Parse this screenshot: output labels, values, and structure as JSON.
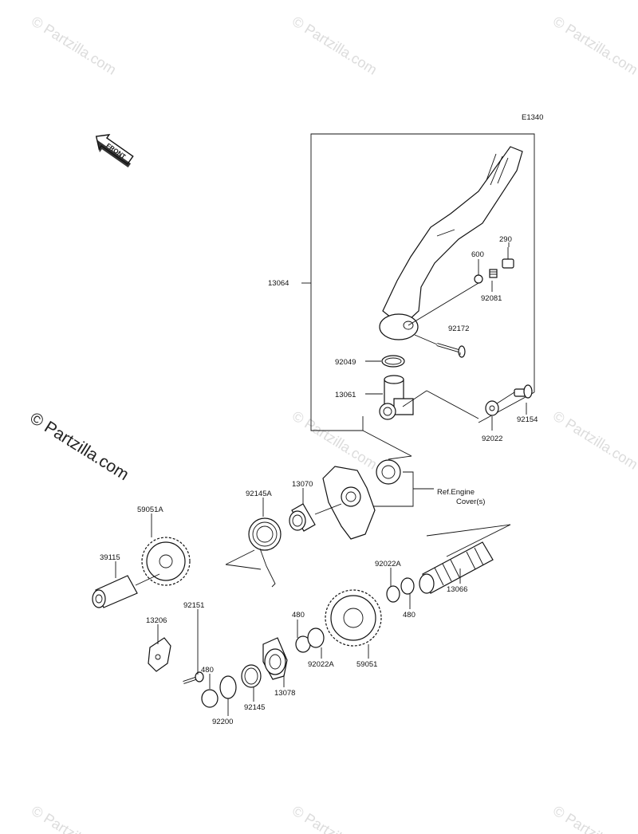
{
  "diagram": {
    "code": "E1340",
    "front_badge": "FRONT",
    "watermark": "© Partzilla.com",
    "ref_note_line1": "Ref.Engine",
    "ref_note_line2": "Cover(s)",
    "part_labels": {
      "p13064": "13064",
      "p290": "290",
      "p600": "600",
      "p92081": "92081",
      "p92172": "92172",
      "p92049": "92049",
      "p13061": "13061",
      "p92154": "92154",
      "p92022": "92022",
      "p13070": "13070",
      "p92145A": "92145A",
      "p59051A": "59051A",
      "p39115": "39115",
      "p92151": "92151",
      "p13206": "13206",
      "p480a": "480",
      "p92200": "92200",
      "p92145": "92145",
      "p13078": "13078",
      "p480b": "480",
      "p92022Aa": "92022A",
      "p59051": "59051",
      "p92022Ab": "92022A",
      "p480c": "480",
      "p13066": "13066"
    }
  }
}
